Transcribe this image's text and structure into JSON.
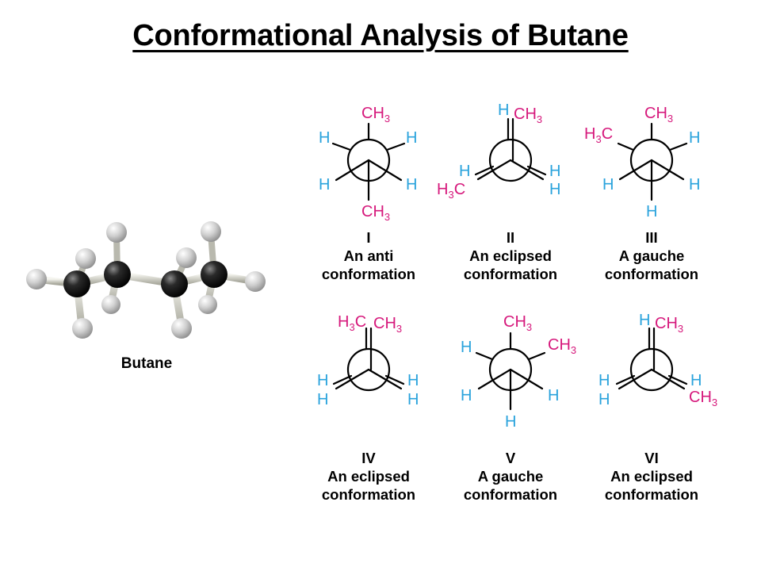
{
  "title": "Conformational Analysis of Butane",
  "molecule_label": "Butane",
  "colors": {
    "hydrogen": "#2aa3dc",
    "methyl": "#d6197c",
    "bond": "#000000"
  },
  "conformations": [
    {
      "numeral": "I",
      "line1": "An anti",
      "line2": "conformation"
    },
    {
      "numeral": "II",
      "line1": "An eclipsed",
      "line2": "conformation"
    },
    {
      "numeral": "III",
      "line1": "A gauche",
      "line2": "conformation"
    },
    {
      "numeral": "IV",
      "line1": "An eclipsed",
      "line2": "conformation"
    },
    {
      "numeral": "V",
      "line1": "A gauche",
      "line2": "conformation"
    },
    {
      "numeral": "VI",
      "line1": "An eclipsed",
      "line2": "conformation"
    }
  ],
  "atoms": {
    "h": "H",
    "ch": "CH",
    "c": "C",
    "sub3": "3"
  }
}
